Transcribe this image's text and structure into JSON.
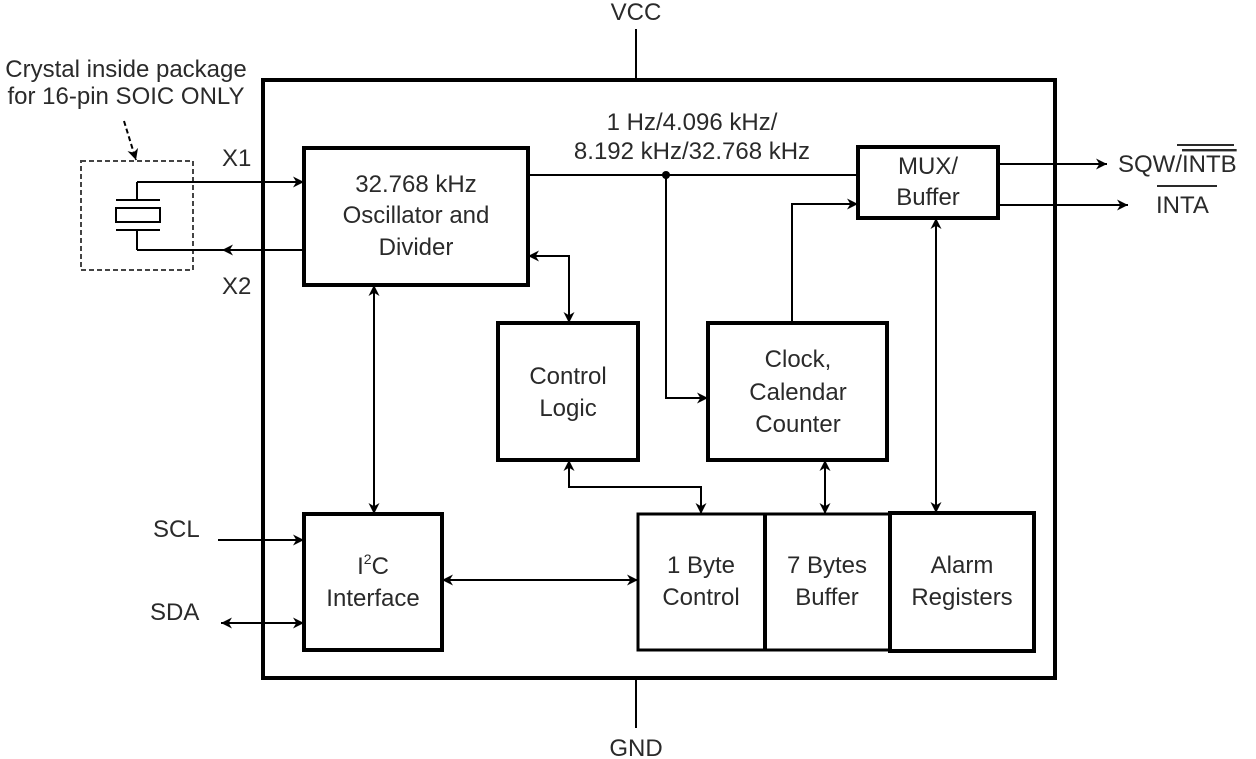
{
  "power": {
    "vcc": "VCC",
    "gnd": "GND"
  },
  "crystal_note": {
    "line1": "Crystal inside package",
    "line2": "for 16-pin SOIC ONLY"
  },
  "pins": {
    "x1": "X1",
    "x2": "X2",
    "scl": "SCL",
    "sda": "SDA",
    "sqw_prefix": "SQW/",
    "sqw_bar": "INTB",
    "inta": "INTA"
  },
  "freq_label": {
    "line1": "1 Hz/4.096 kHz/",
    "line2": "8.192 kHz/32.768 kHz"
  },
  "blocks": {
    "oscillator": [
      "32.768 kHz",
      "Oscillator and",
      "Divider"
    ],
    "mux": [
      "MUX/",
      "Buffer"
    ],
    "control_logic": [
      "Control",
      "Logic"
    ],
    "clock_calendar": [
      "Clock,",
      "Calendar",
      "Counter"
    ],
    "i2c": {
      "i": "I",
      "sup": "2",
      "c": "C",
      "line2": "Interface"
    },
    "byte_control": [
      "1 Byte",
      "Control"
    ],
    "bytes_buffer": [
      "7 Bytes",
      "Buffer"
    ],
    "alarm": [
      "Alarm",
      "Registers"
    ]
  }
}
